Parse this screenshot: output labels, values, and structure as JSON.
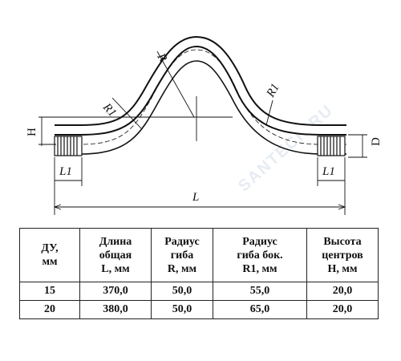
{
  "drawing": {
    "labels": {
      "R": "R",
      "R1_left": "R1",
      "R1_right": "R1",
      "H": "H",
      "D": "D",
      "L1_left": "L1",
      "L1_right": "L1",
      "L": "L"
    },
    "watermark": "SANTECH.RU"
  },
  "table": {
    "headers": [
      [
        "ДУ,",
        "мм"
      ],
      [
        "Длина",
        "общая",
        "L, мм"
      ],
      [
        "Радиус",
        "гиба",
        "R, мм"
      ],
      [
        "Радиус",
        "гиба бок.",
        "R1, мм"
      ],
      [
        "Высота",
        "центров",
        "H, мм"
      ]
    ],
    "rows": [
      [
        "15",
        "370,0",
        "50,0",
        "55,0",
        "20,0"
      ],
      [
        "20",
        "380,0",
        "50,0",
        "65,0",
        "20,0"
      ]
    ]
  }
}
